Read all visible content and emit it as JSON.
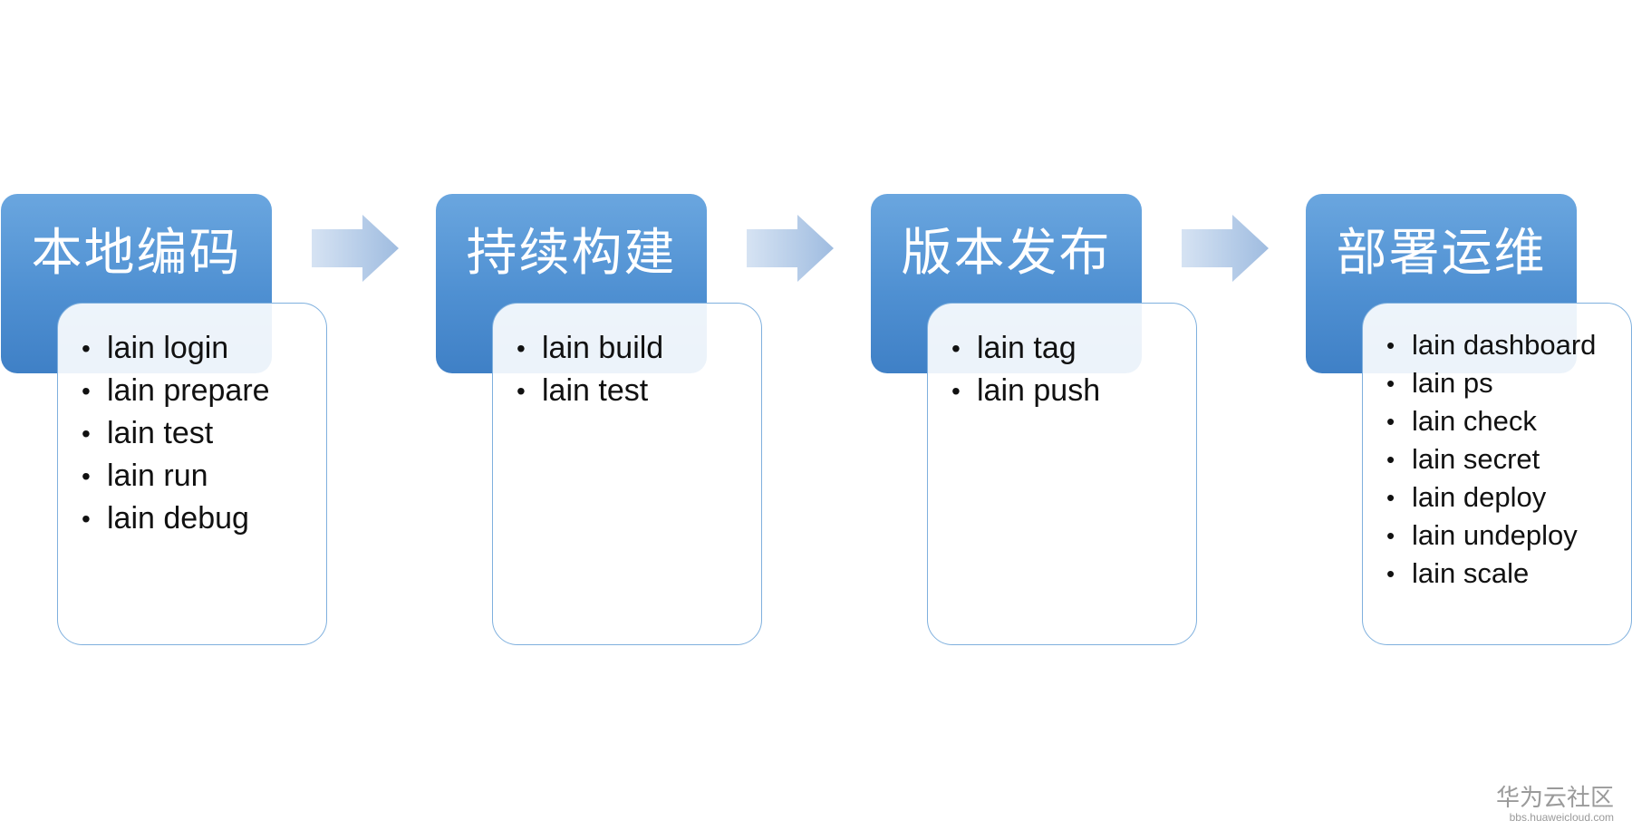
{
  "steps": [
    {
      "title": "本地编码",
      "items": [
        "lain login",
        "lain prepare",
        "lain test",
        "lain run",
        "lain debug"
      ]
    },
    {
      "title": "持续构建",
      "items": [
        "lain build",
        "lain test"
      ]
    },
    {
      "title": "版本发布",
      "items": [
        "lain tag",
        "lain push"
      ]
    },
    {
      "title": "部署运维",
      "items": [
        "lain dashboard",
        "lain ps",
        "lain check",
        "lain secret",
        "lain deploy",
        "lain undeploy",
        "lain scale"
      ]
    }
  ],
  "watermark": {
    "main": "华为云社区",
    "sub": "bbs.huaweicloud.com"
  },
  "colors": {
    "header_top": "#6aa6df",
    "header_bottom": "#3f80c6",
    "card_border": "#7fb0de",
    "arrow_light": "#d6e3f3",
    "arrow_dark": "#9fbce0"
  }
}
